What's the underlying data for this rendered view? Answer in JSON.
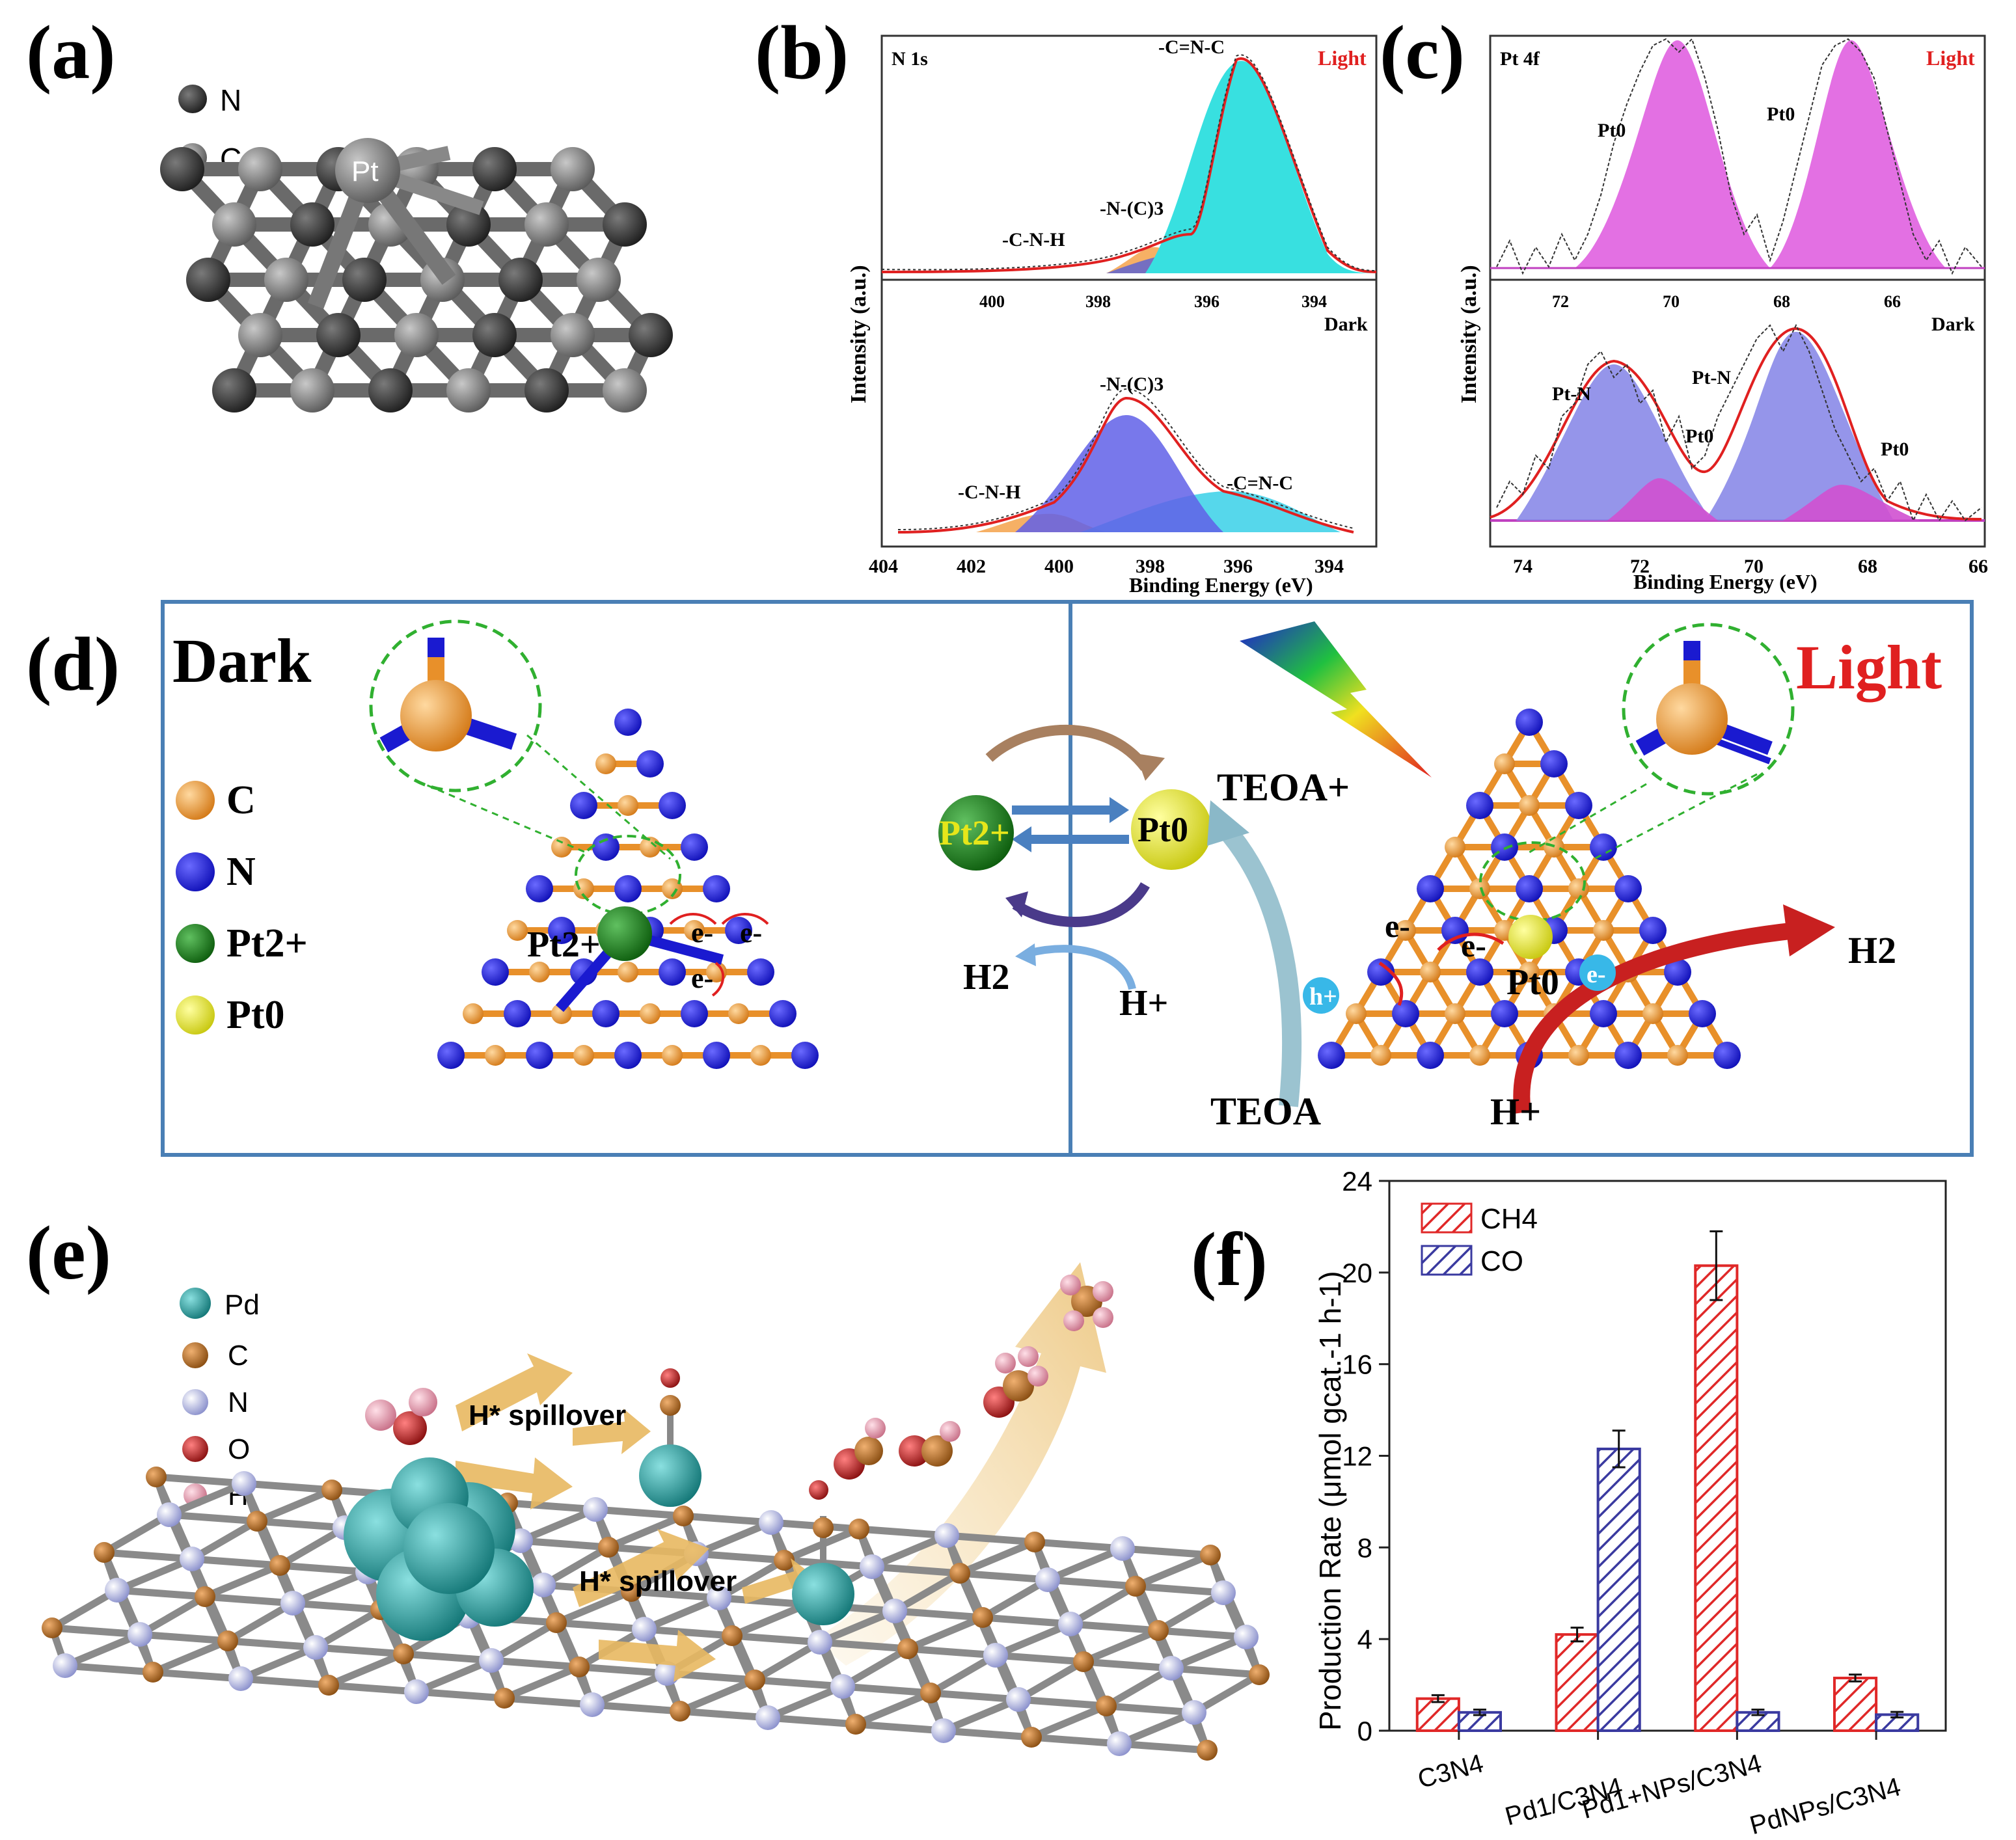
{
  "panels": {
    "a": {
      "letter": "(a)",
      "legend": [
        {
          "label": "N",
          "color": "#3a3a3a"
        },
        {
          "label": "C",
          "color": "#8c8c8c"
        }
      ],
      "metal_label": "Pt"
    },
    "b": {
      "letter": "(b)",
      "top": {
        "core_level": "N 1s",
        "condition": "Light",
        "peaks": [
          "-C=N-C",
          "-N-(C)3",
          "-C-N-H"
        ],
        "ticks": [
          "400",
          "398",
          "396",
          "394"
        ]
      },
      "bottom": {
        "condition": "Dark",
        "peaks": [
          "-N-(C)3",
          "-C-N-H",
          "-C=N-C"
        ],
        "ticks": [
          "404",
          "402",
          "400",
          "398",
          "396",
          "394"
        ]
      },
      "ylabel": "Intensity (a.u.)",
      "xlabel": "Binding Energy (eV)"
    },
    "c": {
      "letter": "(c)",
      "top": {
        "core_level": "Pt 4f",
        "condition": "Light",
        "peaks": [
          "Pt0",
          "Pt0"
        ],
        "ticks": [
          "72",
          "70",
          "68",
          "66"
        ]
      },
      "bottom": {
        "condition": "Dark",
        "peaks": [
          "Pt-N",
          "Pt0",
          "Pt-N",
          "Pt0"
        ],
        "ticks": [
          "74",
          "72",
          "70",
          "68",
          "66"
        ]
      },
      "ylabel": "Intensity (a.u.)",
      "xlabel": "Binding Energy (eV)"
    },
    "d": {
      "letter": "(d)",
      "left_title": "Dark",
      "right_title": "Light",
      "legend": [
        {
          "label": "C",
          "color": "#e8902a"
        },
        {
          "label": "N",
          "color": "#1a1ad0"
        },
        {
          "label": "Pt2+",
          "color": "#1b7a1b"
        },
        {
          "label": "Pt0",
          "color": "#e6e61a"
        }
      ],
      "labels": {
        "pt2_center": "Pt2+",
        "pt0_center": "Pt0",
        "h2_center": "H2",
        "hplus_center": "H+",
        "teoa_plus": "TEOA+",
        "teoa": "TEOA",
        "h2_right": "H2",
        "hplus_right": "H+",
        "pt0_right": "Pt0",
        "electron": "e-",
        "hole": "h+"
      }
    },
    "e": {
      "letter": "(e)",
      "legend": [
        {
          "label": "Pd",
          "color": "#2a9a9a"
        },
        {
          "label": "C",
          "color": "#b8742a"
        },
        {
          "label": "N",
          "color": "#b8bce8"
        },
        {
          "label": "O",
          "color": "#c02828"
        },
        {
          "label": "H",
          "color": "#e8a0b0"
        }
      ],
      "spill1": "H* spillover",
      "spill2": "H* spillover"
    },
    "f": {
      "letter": "(f)"
    }
  },
  "chart_data": {
    "type": "bar",
    "categories": [
      "C3N4",
      "Pd1/C3N4",
      "Pd1+NPs/C3N4",
      "PdNPs/C3N4"
    ],
    "series": [
      {
        "name": "CH4",
        "values": [
          1.4,
          4.2,
          20.3,
          2.3
        ],
        "errors": [
          0.15,
          0.3,
          1.5,
          0.15
        ],
        "color": "#e02828"
      },
      {
        "name": "CO",
        "values": [
          0.8,
          12.3,
          0.8,
          0.7
        ],
        "errors": [
          0.12,
          0.8,
          0.12,
          0.12
        ],
        "color": "#3a3aa0"
      }
    ],
    "ylabel": "Production Rate (μmol gcat.-1 h-1)",
    "ylim": [
      0,
      24
    ],
    "yticks": [
      "0",
      "4",
      "8",
      "12",
      "16",
      "20",
      "24"
    ],
    "legend_position": "top-left"
  }
}
